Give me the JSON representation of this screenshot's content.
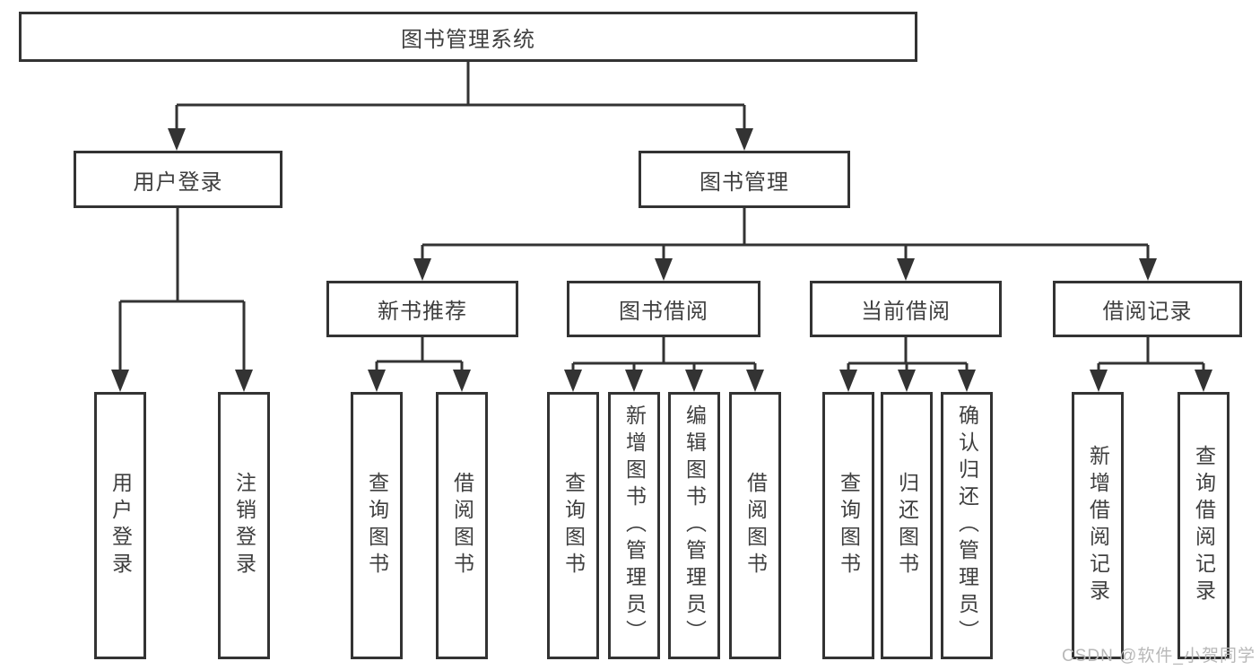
{
  "tree": {
    "root": {
      "label": "图书管理系统"
    },
    "level1": [
      {
        "label": "用户登录"
      },
      {
        "label": "图书管理"
      }
    ],
    "level2": [
      {
        "label": "新书推荐"
      },
      {
        "label": "图书借阅"
      },
      {
        "label": "当前借阅"
      },
      {
        "label": "借阅记录"
      }
    ],
    "leaves": {
      "user_login": [
        {
          "label": "用户登录"
        },
        {
          "label": "注销登录"
        }
      ],
      "new_book_recommend": [
        {
          "label": "查询图书"
        },
        {
          "label": "借阅图书"
        }
      ],
      "book_borrow": [
        {
          "label": "查询图书"
        },
        {
          "label": "新增图书（管理员）"
        },
        {
          "label": "编辑图书（管理员）"
        },
        {
          "label": "借阅图书"
        }
      ],
      "current_borrow": [
        {
          "label": "查询图书"
        },
        {
          "label": "归还图书"
        },
        {
          "label": "确认归还（管理员）"
        }
      ],
      "borrow_record": [
        {
          "label": "新增借阅记录"
        },
        {
          "label": "查询借阅记录"
        }
      ]
    }
  },
  "watermark": {
    "text": "CSDN @软件_小贺同学"
  },
  "colors": {
    "line": "#333333",
    "text": "#3f3f3f",
    "node_background": "#ffffff",
    "page_background": "#ffffff",
    "watermark": "#b8b8b8"
  }
}
